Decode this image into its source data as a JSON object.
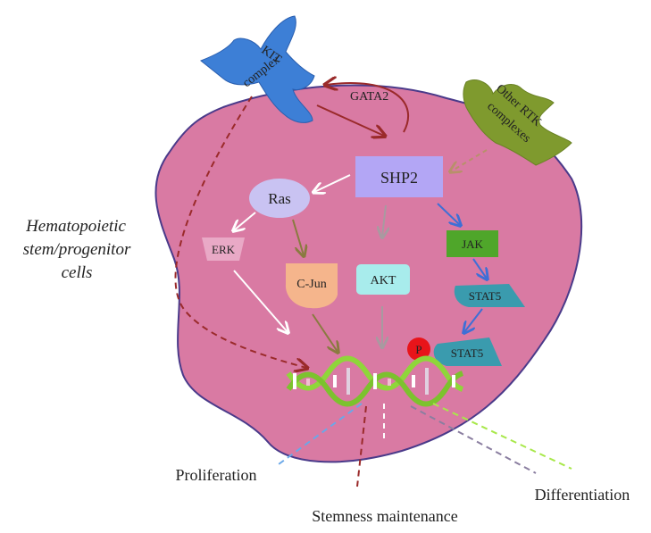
{
  "cell_label": [
    "Hematopoietic",
    "stem/progenitor",
    "cells"
  ],
  "receptors": {
    "kit": [
      "KIT",
      "complex"
    ],
    "other_rtk": [
      "Other RTK",
      "complexes"
    ]
  },
  "nodes": {
    "gata2": "GATA2",
    "shp2": "SHP2",
    "ras": "Ras",
    "erk": "ERK",
    "cjun": "C-Jun",
    "akt": "AKT",
    "jak": "JAK",
    "stat5": "STAT5",
    "stat5_p": "STAT5",
    "phospho": "P"
  },
  "outcomes": {
    "proliferation": "Proliferation",
    "stemness": "Stemness maintenance",
    "differentiation": "Differentiation"
  },
  "colors": {
    "cell_fill": "#d97aa3",
    "cell_stroke": "#4a3a8a",
    "kit": "#3d7fd6",
    "other_rtk": "#7f9a2e",
    "shp2": "#b3a6f5",
    "ras": "#c9c3f2",
    "erk": "#e9a9c6",
    "cjun": "#f5b58c",
    "akt": "#a8ecec",
    "jak": "#4fa62a",
    "stat5": "#3a9bae",
    "phospho": "#e8141a",
    "dark_red": "#9a2a2a",
    "dna_green": "#8fd63a"
  }
}
